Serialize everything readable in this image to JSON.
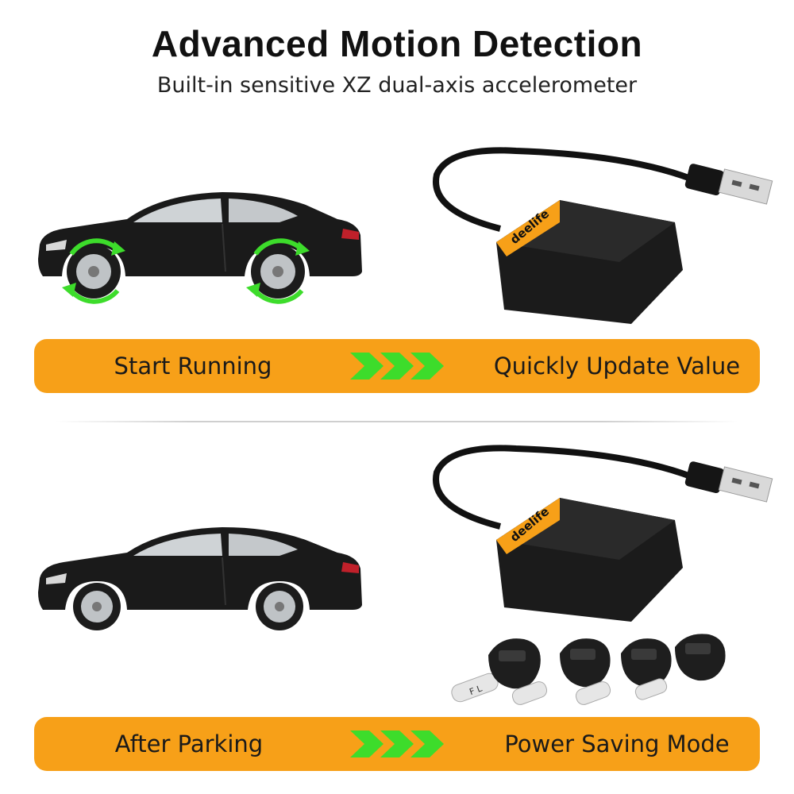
{
  "header": {
    "title": "Advanced Motion Detection",
    "subtitle": "Built-in sensitive XZ dual-axis accelerometer"
  },
  "top_band": {
    "left_label": "Start Running",
    "right_label": "Quickly Update Value"
  },
  "bottom_band": {
    "left_label": "After Parking",
    "right_label": "Power Saving Mode"
  },
  "device": {
    "brand": "deelife"
  },
  "sensor": {
    "cap_label": "F L"
  },
  "colors": {
    "accent_orange": "#f7a018",
    "arrow_green": "#3ddc2b",
    "device_black": "#1b1b1b"
  }
}
